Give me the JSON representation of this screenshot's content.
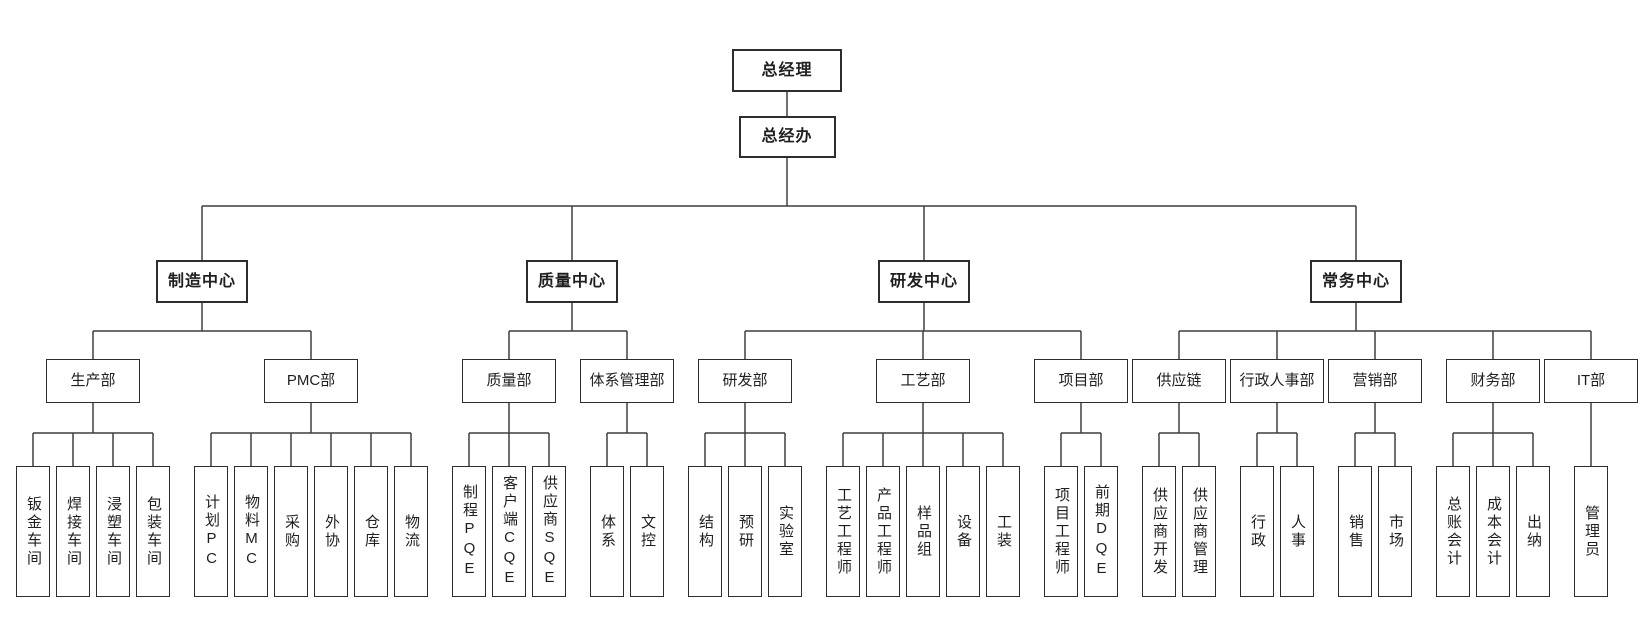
{
  "org": {
    "root": {
      "label": "总经理"
    },
    "office": {
      "label": "总经办"
    },
    "centers": [
      {
        "label": "制造中心",
        "departments": [
          {
            "label": "生产部",
            "units": [
              "钣金车间",
              "焊接车间",
              "浸塑车间",
              "包装车间"
            ]
          },
          {
            "label": "PMC部",
            "units": [
              "计划PC",
              "物料MC",
              "采购",
              "外协",
              "仓库",
              "物流"
            ]
          }
        ]
      },
      {
        "label": "质量中心",
        "departments": [
          {
            "label": "质量部",
            "units": [
              "制程PQE",
              "客户端CQE",
              "供应商SQE"
            ]
          },
          {
            "label": "体系管理部",
            "units": [
              "体系",
              "文控"
            ]
          }
        ]
      },
      {
        "label": "研发中心",
        "departments": [
          {
            "label": "研发部",
            "units": [
              "结构",
              "预研",
              "实验室"
            ]
          },
          {
            "label": "工艺部",
            "units": [
              "工艺工程师",
              "产品工程师",
              "样品组",
              "设备",
              "工装"
            ]
          },
          {
            "label": "项目部",
            "units": [
              "项目工程师",
              "前期DQE"
            ]
          }
        ]
      },
      {
        "label": "常务中心",
        "departments": [
          {
            "label": "供应链",
            "units": [
              "供应商开发",
              "供应商管理"
            ]
          },
          {
            "label": "行政人事部",
            "units": [
              "行政",
              "人事"
            ]
          },
          {
            "label": "营销部",
            "units": [
              "销售",
              "市场"
            ]
          },
          {
            "label": "财务部",
            "units": [
              "总账会计",
              "成本会计",
              "出纳"
            ]
          },
          {
            "label": "IT部",
            "units": [
              "管理员"
            ]
          }
        ]
      }
    ]
  },
  "colors": {
    "background": "#ffffff",
    "line": "#3f3f3f",
    "border": "#2d2d2d",
    "text": "#1f1f1f"
  }
}
